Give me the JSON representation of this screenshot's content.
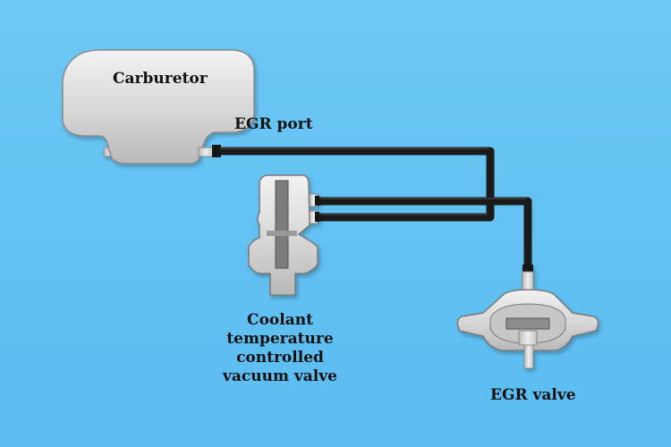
{
  "labels": {
    "carburetor": "Carburetor",
    "egr_port": "EGR port",
    "coolant_valve_lines": [
      "Coolant",
      "temperature",
      "controlled",
      "vacuum valve"
    ],
    "egr_valve": "EGR valve"
  },
  "colors": {
    "background": "#62c2f3",
    "hose": "#1a1a1a",
    "component_fill": "#dcdcdc",
    "component_stroke": "#7a7a7a",
    "label_text": "#111111"
  }
}
